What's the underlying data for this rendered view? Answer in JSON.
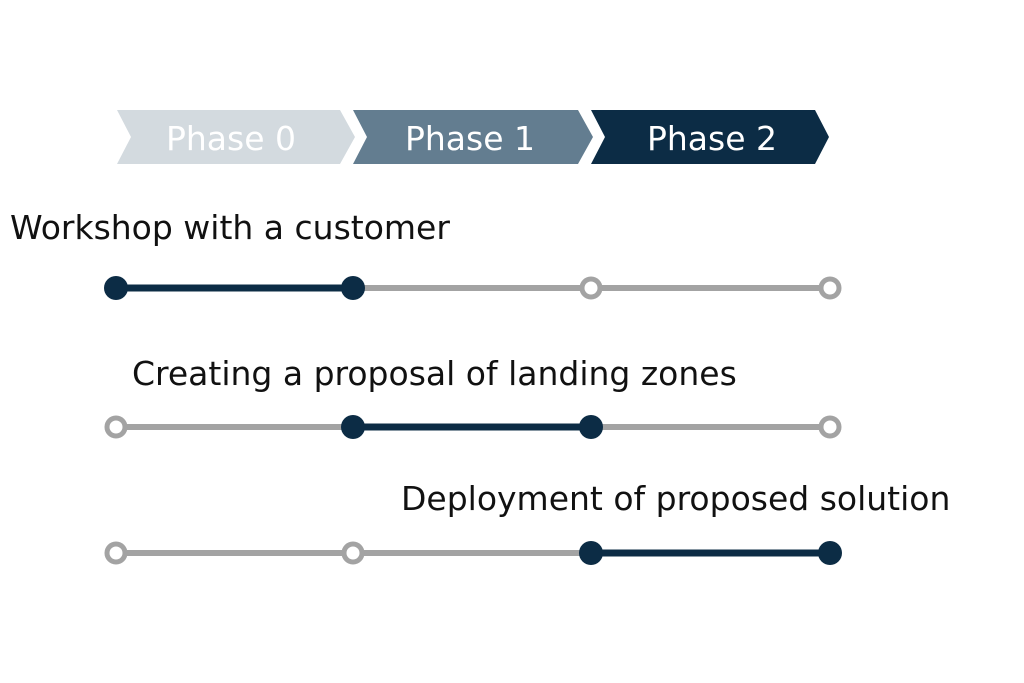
{
  "colors": {
    "phase_0": "#d3dadf",
    "phase_1": "#637d90",
    "phase_2": "#0c2c45",
    "active_line": "#0c2c45",
    "inactive_line": "#a3a3a3",
    "label_text": "#111111",
    "phase_text": "#ffffff"
  },
  "phases": [
    {
      "label": "Phase 0"
    },
    {
      "label": "Phase 1"
    },
    {
      "label": "Phase 2"
    }
  ],
  "rows": [
    {
      "label": "Workshop with a customer",
      "active_from": 0,
      "active_to": 1
    },
    {
      "label": "Creating a proposal of landing zones",
      "active_from": 1,
      "active_to": 2
    },
    {
      "label": "Deployment of proposed solution",
      "active_from": 2,
      "active_to": 3
    }
  ]
}
